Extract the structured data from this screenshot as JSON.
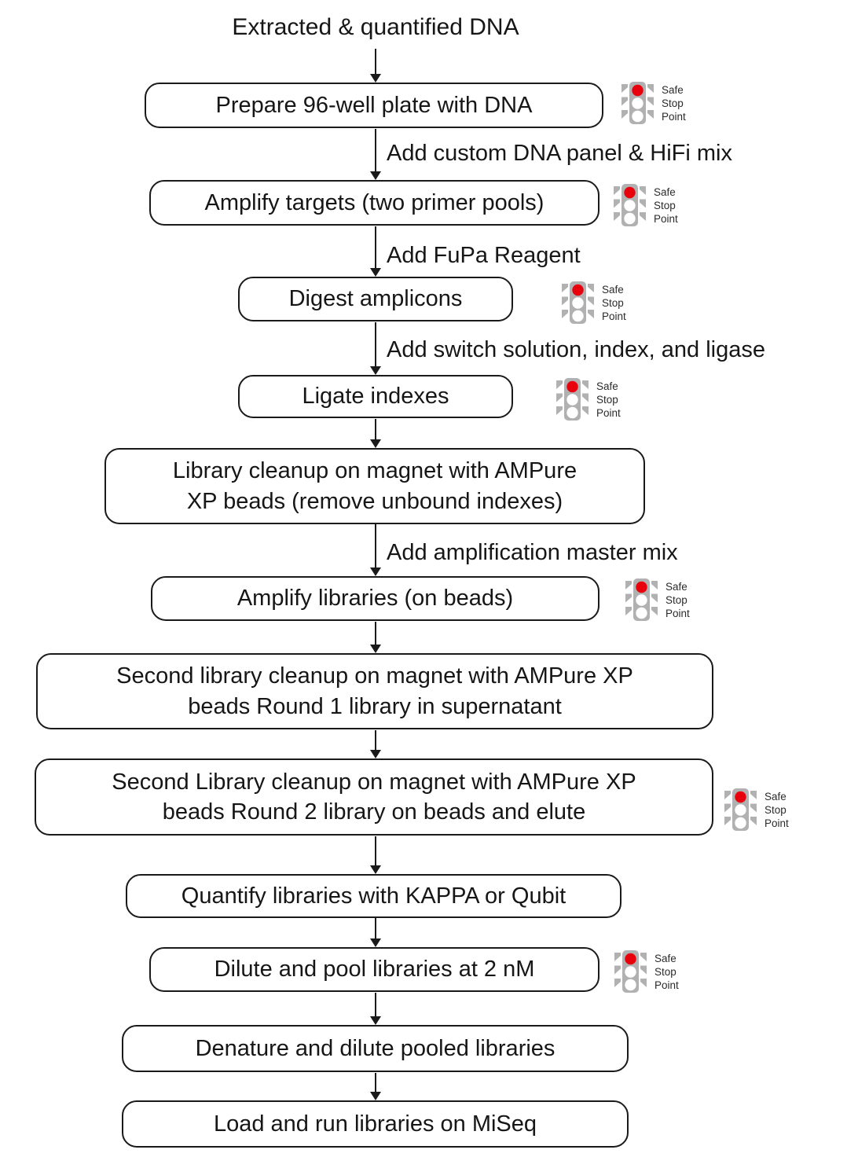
{
  "title": "Extracted & quantified DNA",
  "colors": {
    "stop_red": "#e8000d",
    "traffic_gray": "#b1b1b1",
    "lamp_off": "#ffffff",
    "box_border": "#1a1a1a"
  },
  "safe_stop_point": [
    "Safe",
    "Stop",
    "Point"
  ],
  "steps": {
    "prepare": {
      "label": "Prepare 96-well plate with DNA"
    },
    "amplify_targets": {
      "label": "Amplify targets (two primer pools)"
    },
    "digest": {
      "label": "Digest amplicons"
    },
    "ligate": {
      "label": "Ligate indexes"
    },
    "cleanup_indexes": {
      "line1": "Library cleanup on magnet with AMPure",
      "line2": "XP beads (remove unbound indexes)"
    },
    "amplify_libraries": {
      "label": "Amplify libraries (on beads)"
    },
    "cleanup_round1": {
      "line1": "Second library cleanup on magnet with AMPure XP",
      "line2": "beads Round 1 library in supernatant"
    },
    "cleanup_round2": {
      "line1": "Second Library cleanup on magnet with AMPure XP",
      "line2": "beads Round 2 library on beads and elute"
    },
    "quantify": {
      "label": "Quantify libraries with KAPPA or Qubit"
    },
    "dilute_pool": {
      "label": "Dilute and pool libraries at 2 nM"
    },
    "denature": {
      "label": "Denature and dilute pooled libraries"
    },
    "load_run": {
      "label": "Load and run libraries on MiSeq"
    }
  },
  "edge_labels": {
    "custom_panel": "Add custom DNA panel & HiFi mix",
    "fupa": "Add FuPa Reagent",
    "switch_index_ligase": "Add switch solution, index, and ligase",
    "master_mix": "Add amplification master mix"
  }
}
